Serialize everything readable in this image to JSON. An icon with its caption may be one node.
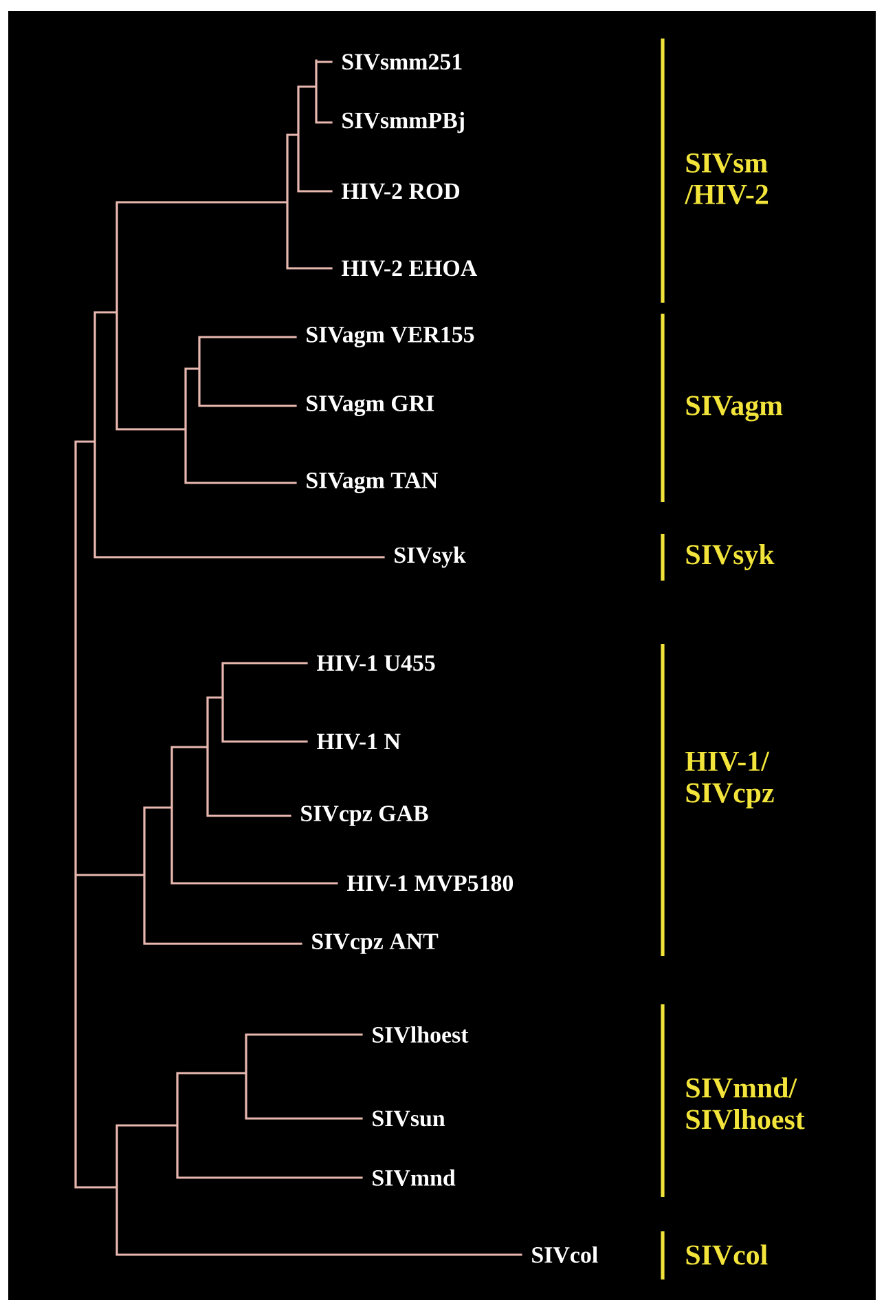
{
  "diagram": {
    "nodes": [
      {
        "text": [
          "SIVsmm251"
        ]
      },
      {
        "text": [
          "SIVsmmPBj"
        ]
      },
      {
        "text": [
          "HIV-2 ROD"
        ]
      },
      {
        "text": [
          "HIV-2 EHOA"
        ]
      },
      {
        "text": [
          "SIVagm VER155"
        ]
      },
      {
        "text": [
          "SIVagm GRI"
        ]
      },
      {
        "text": [
          "SIVagm TAN"
        ]
      },
      {
        "text": [
          "SIVsyk"
        ]
      },
      {
        "text": [
          "HIV-1 U455"
        ]
      },
      {
        "text": [
          "HIV-1 N"
        ]
      },
      {
        "text": [
          "SIVcpz GAB"
        ]
      },
      {
        "text": [
          "HIV-1 MVP5180"
        ]
      },
      {
        "text": [
          "SIVcpz ANT"
        ]
      },
      {
        "text": [
          "SIVlhoest"
        ]
      },
      {
        "text": [
          "SIVsun"
        ]
      },
      {
        "text": [
          "SIVmnd"
        ]
      },
      {
        "text": [
          "SIVcol"
        ]
      }
    ],
    "labels": [
      "SIVsm /HIV-2",
      "SIVagm",
      "SIVsyk",
      "HIV-1/ SIVcpz",
      "SIVmnd/ SIVlhoest",
      "SIVcol"
    ]
  }
}
